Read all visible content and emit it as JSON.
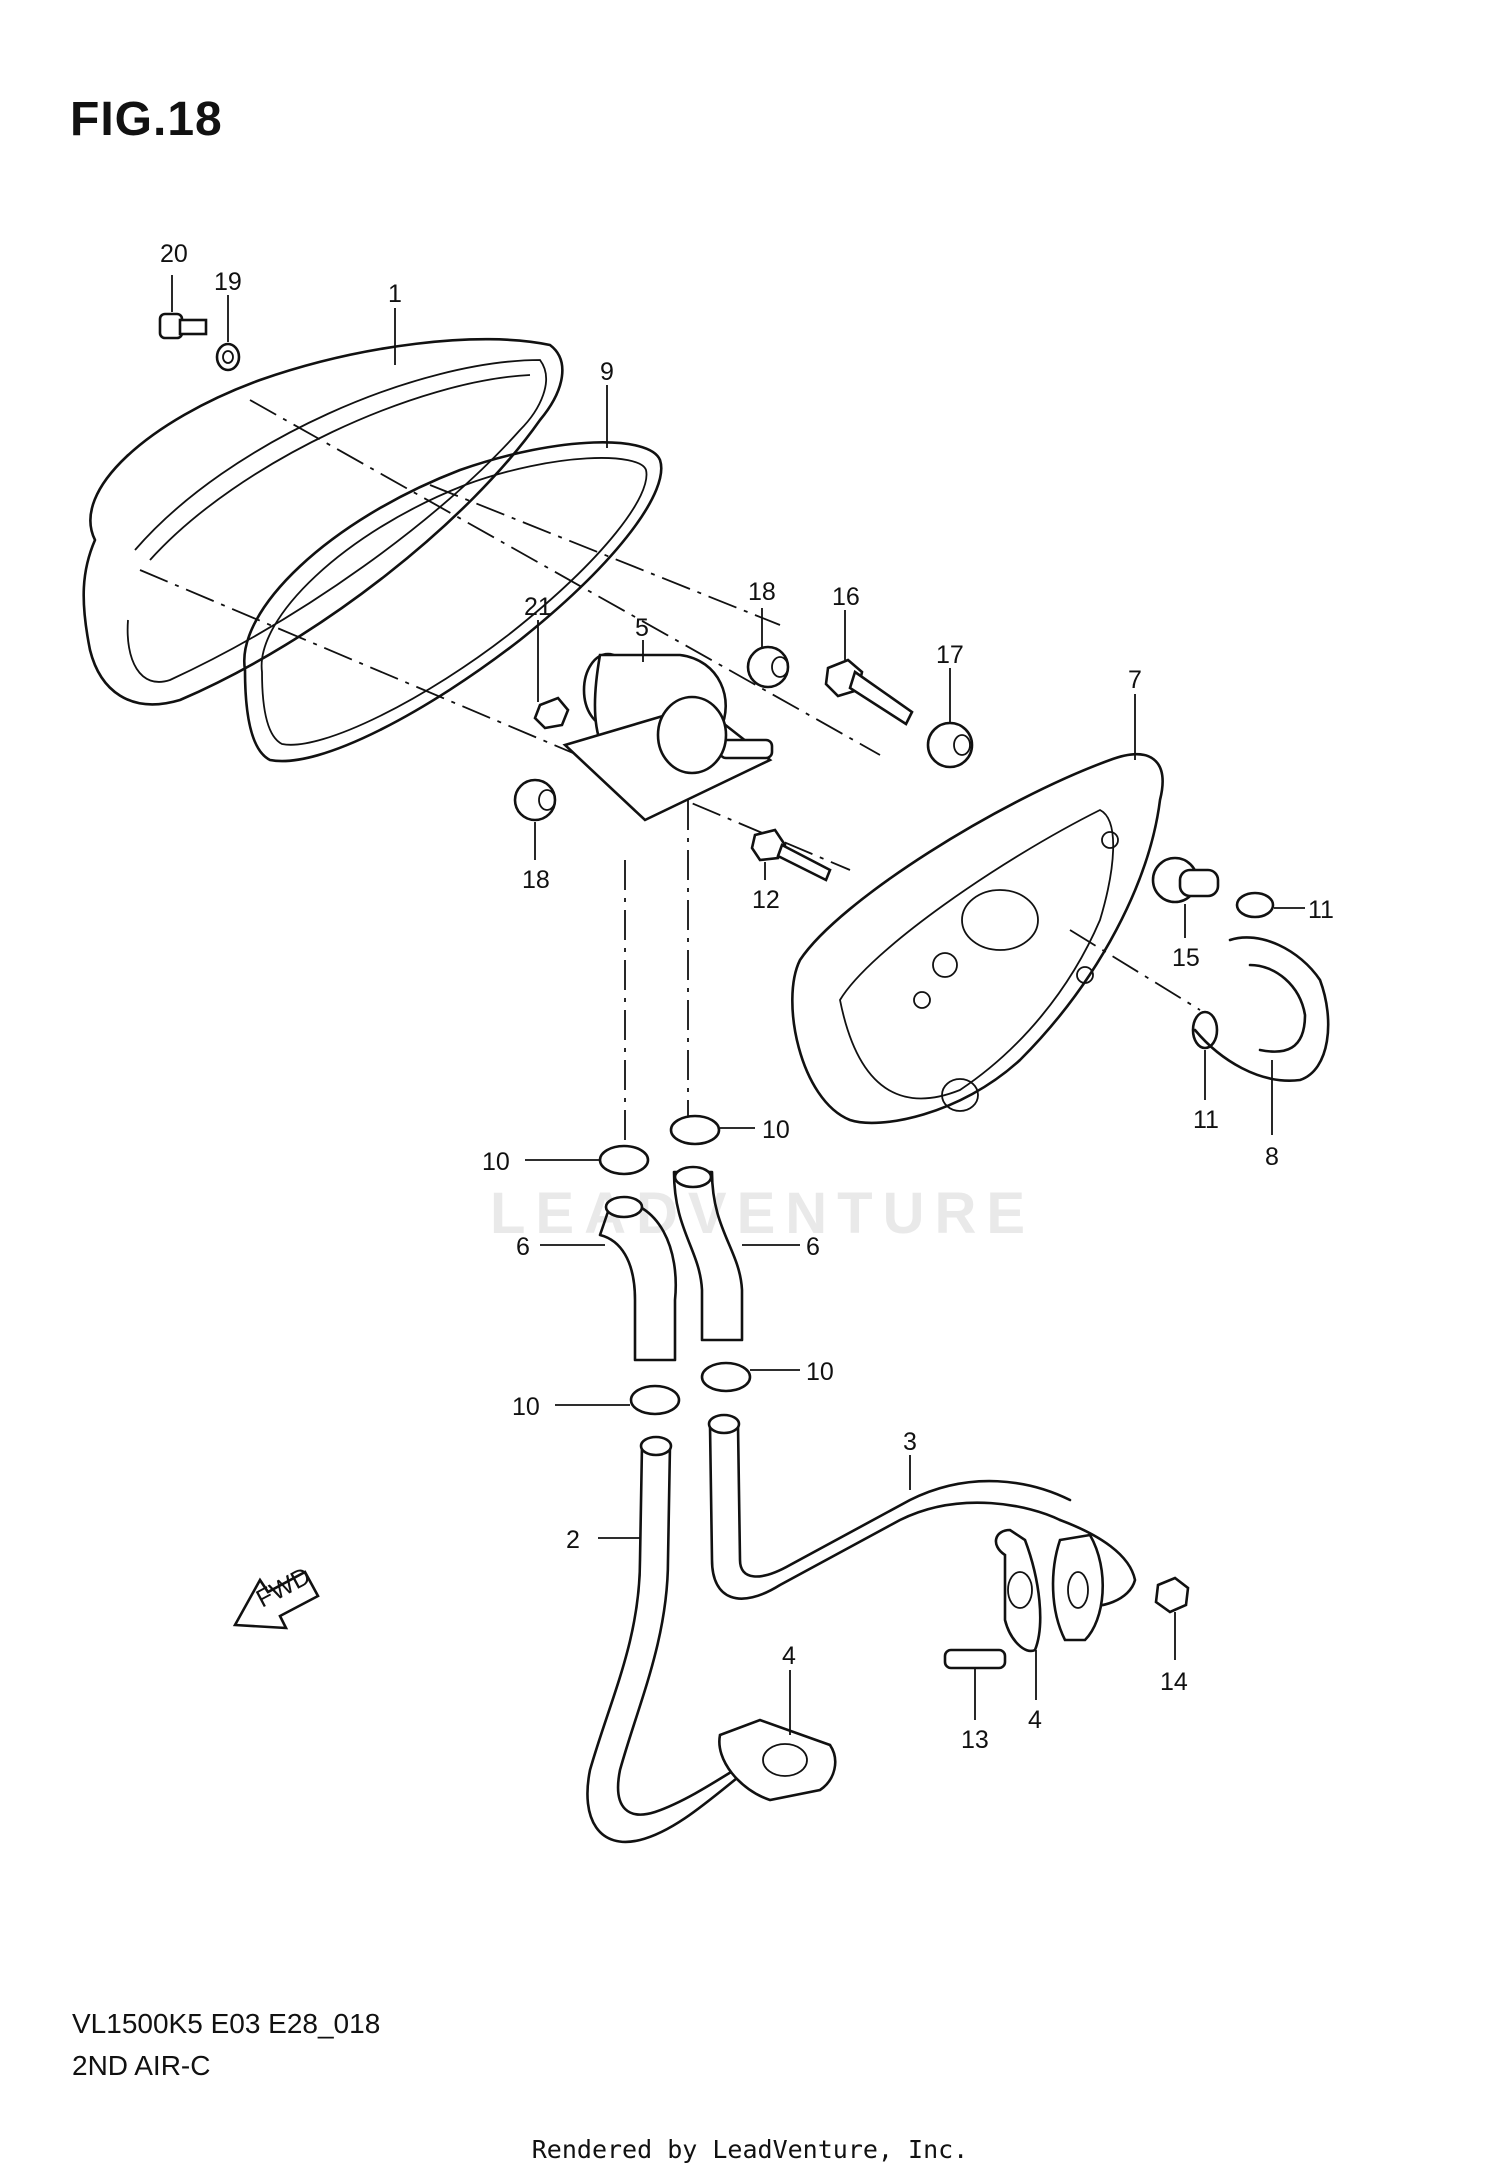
{
  "figure": {
    "title": "FIG.18"
  },
  "model": {
    "code": "VL1500K5 E03 E28_018",
    "section": "2ND AIR-C"
  },
  "footer": {
    "text": "Rendered by LeadVenture, Inc."
  },
  "watermark": {
    "text": "LEADVENTURE"
  },
  "direction_label": "FWD",
  "callouts": [
    "20",
    "19",
    "1",
    "9",
    "21",
    "5",
    "18",
    "16",
    "17",
    "7",
    "18",
    "12",
    "15",
    "11",
    "11",
    "8",
    "10",
    "10",
    "6",
    "6",
    "10",
    "10",
    "3",
    "2",
    "4",
    "4",
    "13",
    "14"
  ]
}
